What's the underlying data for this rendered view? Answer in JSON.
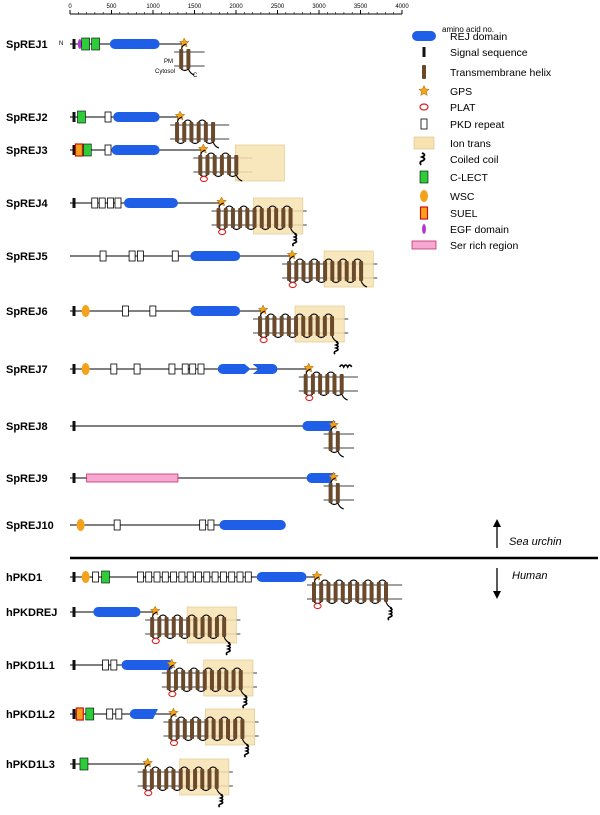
{
  "axis": {
    "title": "amino acid no.",
    "ticks": [
      0,
      500,
      1000,
      1500,
      2000,
      2500,
      3000,
      3500,
      4000
    ],
    "range": [
      0,
      4000
    ]
  },
  "tags": {
    "n_terminus": "N",
    "c_terminus": "C",
    "plasma_membrane": "PM",
    "cytosol": "Cytosol"
  },
  "species": {
    "sea_urchin": "Sea urchin",
    "human": "Human"
  },
  "legend": [
    {
      "key": "rej",
      "label": "REJ domain",
      "color": "#1f5fe8"
    },
    {
      "key": "signal",
      "label": "Signal sequence",
      "color": "#111111"
    },
    {
      "key": "tm",
      "label": "Transmembrane helix",
      "color": "#6b4a2b"
    },
    {
      "key": "gps",
      "label": "GPS",
      "color": "#f5a21b"
    },
    {
      "key": "plat",
      "label": "PLAT",
      "color": "#e02020"
    },
    {
      "key": "pkd",
      "label": "PKD repeat",
      "color": "#ffffff"
    },
    {
      "key": "ion",
      "label": "Ion trans",
      "color": "#f7e2b0"
    },
    {
      "key": "coil",
      "label": "Coiled coil",
      "color": "#000000"
    },
    {
      "key": "clect",
      "label": "C-LECT",
      "color": "#2ecc3a"
    },
    {
      "key": "wsc",
      "label": "WSC",
      "color": "#f5a21b"
    },
    {
      "key": "suel",
      "label": "SUEL",
      "color": "#f5a21b"
    },
    {
      "key": "egf",
      "label": "EGF domain",
      "color": "#b23ad6"
    },
    {
      "key": "ser",
      "label": "Ser rich region",
      "color": "#f7a8d0"
    }
  ],
  "proteins": [
    {
      "name": "SpREJ1",
      "group": "sea_urchin",
      "length": 1400,
      "domains": [
        {
          "t": "signal",
          "s": 0
        },
        {
          "t": "egf",
          "s": 70
        },
        {
          "t": "clect",
          "s": 140
        },
        {
          "t": "clect",
          "s": 260
        },
        {
          "t": "rej",
          "s": 480,
          "e": 1080
        }
      ],
      "gps": 1350,
      "tm": 1,
      "plat": false,
      "ion": false,
      "coil": false,
      "coil_h": false
    },
    {
      "name": "SpREJ2",
      "group": "sea_urchin",
      "length": 1350,
      "domains": [
        {
          "t": "signal",
          "s": 0
        },
        {
          "t": "clect",
          "s": 90
        },
        {
          "t": "pkd",
          "s": 410
        },
        {
          "t": "rej",
          "s": 520,
          "e": 1080
        }
      ],
      "gps": 1300,
      "tm": 1,
      "plat": false,
      "ion": false,
      "coil": false,
      "coil_h": false
    },
    {
      "name": "SpREJ3",
      "group": "sea_urchin",
      "length": 1630,
      "domains": [
        {
          "t": "signal",
          "s": 0
        },
        {
          "t": "suel",
          "s": 60
        },
        {
          "t": "clect",
          "s": 160
        },
        {
          "t": "pkd",
          "s": 410
        },
        {
          "t": "rej",
          "s": 500,
          "e": 1080
        }
      ],
      "gps": 1630,
      "tm": 11,
      "plat": true,
      "ion": true,
      "coil": false,
      "coil_h": false
    },
    {
      "name": "SpREJ4",
      "group": "sea_urchin",
      "length": 1850,
      "domains": [
        {
          "t": "signal",
          "s": 0
        },
        {
          "t": "pkd",
          "s": 250
        },
        {
          "t": "pkd",
          "s": 340
        },
        {
          "t": "pkd",
          "s": 440
        },
        {
          "t": "pkd",
          "s": 530
        },
        {
          "t": "rej",
          "s": 650,
          "e": 1300
        }
      ],
      "gps": 1850,
      "tm": 11,
      "plat": true,
      "ion": true,
      "coil": true,
      "coil_h": false
    },
    {
      "name": "SpREJ5",
      "group": "sea_urchin",
      "length": 2700,
      "domains": [
        {
          "t": "pkd",
          "s": 350
        },
        {
          "t": "pkd",
          "s": 700
        },
        {
          "t": "pkd",
          "s": 800
        },
        {
          "t": "pkd",
          "s": 1220
        },
        {
          "t": "rej",
          "s": 1450,
          "e": 2050
        }
      ],
      "gps": 2700,
      "tm": 11,
      "plat": true,
      "ion": true,
      "coil": false,
      "coil_h": false
    },
    {
      "name": "SpREJ6",
      "group": "sea_urchin",
      "length": 2350,
      "domains": [
        {
          "t": "signal",
          "s": 0
        },
        {
          "t": "wsc",
          "s": 140
        },
        {
          "t": "pkd",
          "s": 620
        },
        {
          "t": "pkd",
          "s": 950
        },
        {
          "t": "rej",
          "s": 1450,
          "e": 2050
        }
      ],
      "gps": 2350,
      "tm": 11,
      "plat": true,
      "ion": true,
      "coil": true,
      "coil_h": false
    },
    {
      "name": "SpREJ7",
      "group": "sea_urchin",
      "length": 2900,
      "domains": [
        {
          "t": "signal",
          "s": 0
        },
        {
          "t": "wsc",
          "s": 140
        },
        {
          "t": "pkd",
          "s": 480
        },
        {
          "t": "pkd",
          "s": 760
        },
        {
          "t": "pkd",
          "s": 1180
        },
        {
          "t": "pkd",
          "s": 1340
        },
        {
          "t": "pkd",
          "s": 1430
        },
        {
          "t": "pkd",
          "s": 1530
        },
        {
          "t": "rejsplit",
          "s": 1780,
          "e": 2500
        }
      ],
      "gps": 2900,
      "tm": 6,
      "plat": true,
      "ion": false,
      "coil": false,
      "coil_h": true
    },
    {
      "name": "SpREJ8",
      "group": "sea_urchin",
      "length": 3200,
      "domains": [
        {
          "t": "signal",
          "s": 0
        },
        {
          "t": "rejcut",
          "s": 2800,
          "e": 3200
        }
      ],
      "gps": 3200,
      "tm": 1,
      "plat": false,
      "ion": false,
      "coil": false,
      "coil_h": false
    },
    {
      "name": "SpREJ9",
      "group": "sea_urchin",
      "length": 3200,
      "domains": [
        {
          "t": "signal",
          "s": 0
        },
        {
          "t": "ser",
          "s": 200,
          "e": 1300
        },
        {
          "t": "rejcut",
          "s": 2850,
          "e": 3200
        }
      ],
      "gps": 3200,
      "tm": 1,
      "plat": false,
      "ion": false,
      "coil": false,
      "coil_h": false
    },
    {
      "name": "SpREJ10",
      "group": "sea_urchin",
      "length": 2600,
      "domains": [
        {
          "t": "wsc",
          "s": 80
        },
        {
          "t": "pkd",
          "s": 520
        },
        {
          "t": "pkd",
          "s": 1550
        },
        {
          "t": "pkd",
          "s": 1650
        },
        {
          "t": "rej",
          "s": 1800,
          "e": 2600
        }
      ],
      "gps": null,
      "tm": 0,
      "plat": false,
      "ion": false,
      "coil": false,
      "coil_h": false
    },
    {
      "name": "hPKD1",
      "group": "human",
      "length": 3000,
      "domains": [
        {
          "t": "signal",
          "s": 0
        },
        {
          "t": "wsc",
          "s": 140
        },
        {
          "t": "pkd",
          "s": 260
        },
        {
          "t": "clect",
          "s": 380
        },
        {
          "t": "pkd",
          "s": 800
        },
        {
          "t": "pkd",
          "s": 900
        },
        {
          "t": "pkd",
          "s": 1000
        },
        {
          "t": "pkd",
          "s": 1100
        },
        {
          "t": "pkd",
          "s": 1200
        },
        {
          "t": "pkd",
          "s": 1300
        },
        {
          "t": "pkd",
          "s": 1400
        },
        {
          "t": "pkd",
          "s": 1500
        },
        {
          "t": "pkd",
          "s": 1600
        },
        {
          "t": "pkd",
          "s": 1700
        },
        {
          "t": "pkd",
          "s": 1800
        },
        {
          "t": "pkd",
          "s": 1900
        },
        {
          "t": "pkd",
          "s": 2000
        },
        {
          "t": "pkd",
          "s": 2100
        },
        {
          "t": "rej",
          "s": 2250,
          "e": 2850
        }
      ],
      "gps": 3000,
      "tm": 11,
      "plat": true,
      "ion": false,
      "coil": true,
      "coil_h": false
    },
    {
      "name": "hPKDREJ",
      "group": "human",
      "length": 1050,
      "domains": [
        {
          "t": "signal",
          "s": 0
        },
        {
          "t": "rej",
          "s": 280,
          "e": 850
        }
      ],
      "gps": 1050,
      "tm": 11,
      "plat": true,
      "ion": true,
      "coil": true,
      "coil_h": false
    },
    {
      "name": "hPKD1L1",
      "group": "human",
      "length": 1250,
      "domains": [
        {
          "t": "signal",
          "s": 0
        },
        {
          "t": "pkd",
          "s": 380
        },
        {
          "t": "pkd",
          "s": 480
        },
        {
          "t": "rej",
          "s": 620,
          "e": 1250
        }
      ],
      "gps": 1250,
      "tm": 11,
      "plat": true,
      "ion": true,
      "coil": true,
      "coil_h": false
    },
    {
      "name": "hPKD1L2",
      "group": "human",
      "length": 1270,
      "domains": [
        {
          "t": "signal",
          "s": 0
        },
        {
          "t": "suel",
          "s": 70
        },
        {
          "t": "clect",
          "s": 190
        },
        {
          "t": "pkd",
          "s": 430
        },
        {
          "t": "pkd",
          "s": 540
        },
        {
          "t": "rejcut",
          "s": 720,
          "e": 1060
        }
      ],
      "gps": 1270,
      "tm": 11,
      "plat": true,
      "ion": true,
      "coil": true,
      "coil_h": false
    },
    {
      "name": "hPKD1L3",
      "group": "human",
      "length": 960,
      "domains": [
        {
          "t": "signal",
          "s": 0
        },
        {
          "t": "clect",
          "s": 120
        }
      ],
      "gps": 960,
      "tm": 11,
      "plat": true,
      "ion": true,
      "coil": true,
      "coil_h": false
    }
  ]
}
